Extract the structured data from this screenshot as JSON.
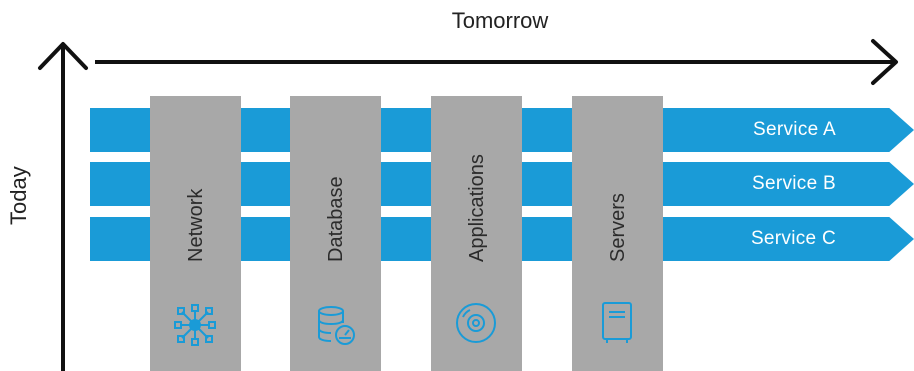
{
  "axes": {
    "horizontal_label": "Tomorrow",
    "vertical_label": "Today"
  },
  "services": [
    {
      "label": "Service A"
    },
    {
      "label": "Service B"
    },
    {
      "label": "Service C"
    }
  ],
  "pillars": [
    {
      "label": "Network",
      "icon": "network-icon"
    },
    {
      "label": "Database",
      "icon": "database-icon"
    },
    {
      "label": "Applications",
      "icon": "disc-icon"
    },
    {
      "label": "Servers",
      "icon": "server-icon"
    }
  ],
  "colors": {
    "service_stripe": "#1a9bd7",
    "pillar": "#a8a8a8",
    "icon": "#1a9bd7",
    "axis": "#111111"
  }
}
